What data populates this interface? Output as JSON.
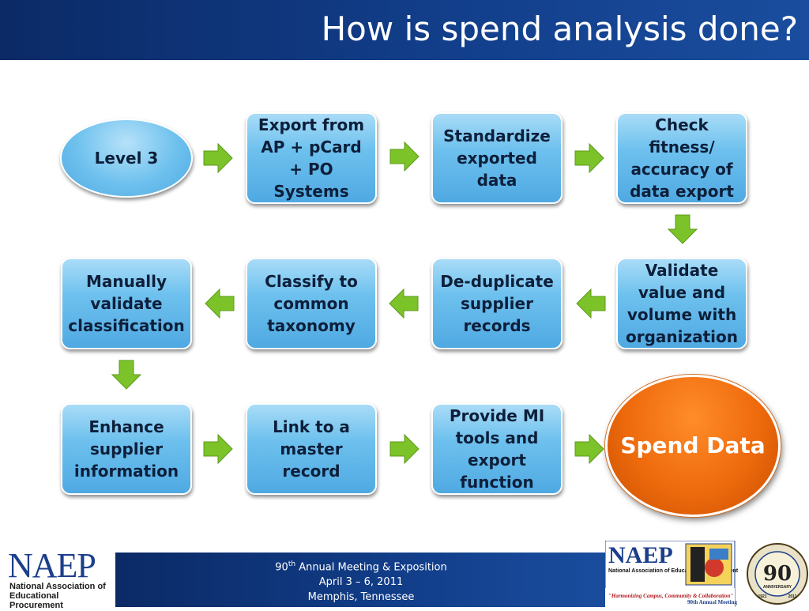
{
  "header": {
    "title": "How is spend analysis done?"
  },
  "flow": {
    "start": "Level 3",
    "row1": [
      "Export from AP + pCard + PO Systems",
      "Standardize exported data",
      "Check fitness/ accuracy of data export"
    ],
    "row2": [
      "Validate value and volume with organization",
      "De-duplicate supplier records",
      "Classify to common taxonomy",
      "Manually validate classification"
    ],
    "row3": [
      "Enhance supplier information",
      "Link to a master record",
      "Provide MI tools and export function"
    ],
    "end": "Spend Data"
  },
  "footer": {
    "line1_number": "90",
    "line1_suffix": "th",
    "line1_text": "Annual Meeting & Exposition",
    "line2": "April 3 – 6, 2011",
    "line3": "Memphis, Tennessee"
  },
  "logo_left": {
    "name": "NAEP",
    "subtitle_line1": "National Association of",
    "subtitle_line2": "Educational Procurement"
  },
  "logo_right": {
    "name": "NAEP",
    "subtitle": "National Association of Educational Procurement",
    "slogan": "\"Harmonizing Campus, Community & Collaboration\"",
    "meeting": "90th Annual Meeting",
    "seal_number": "90",
    "seal_label": "ANNIVERSARY",
    "seal_year_left": "1921",
    "seal_year_right": "2011"
  },
  "colors": {
    "box_fill": "#6ec1ee",
    "arrow_green": "#7cc32a",
    "spend_orange": "#ee6a0c",
    "header_blue": "#123e8a"
  }
}
